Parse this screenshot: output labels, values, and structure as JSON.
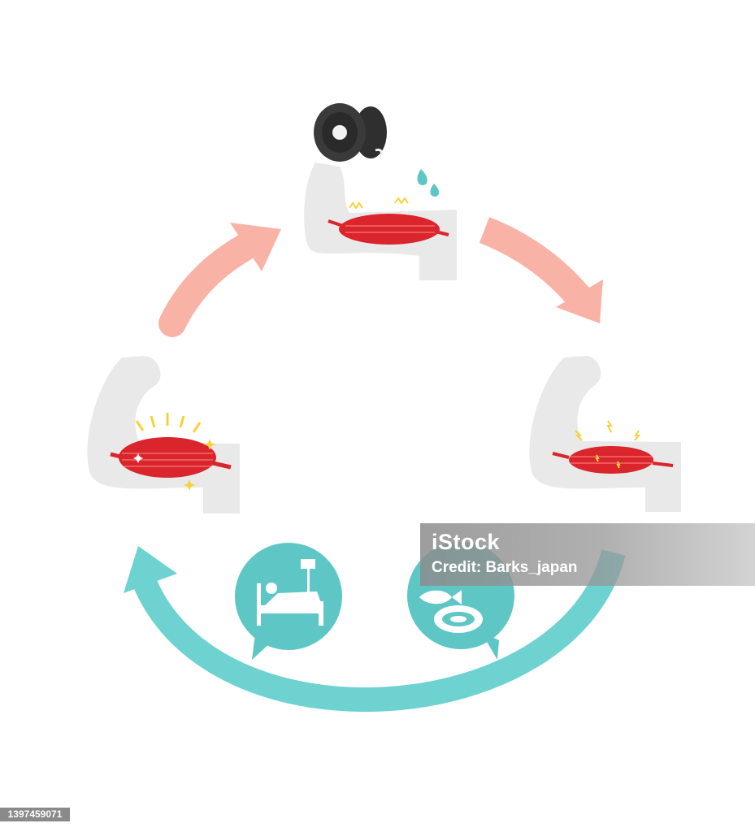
{
  "diagram": {
    "colors": {
      "arrow_top": "#f9b3a6",
      "arrow_bottom": "#6ed2d1",
      "arm": "#e9e9e9",
      "muscle": "#d9252b",
      "muscle_stripe": "#ff8c8c",
      "dumbbell": "#2f2f2f",
      "sparkle": "#f6d23a",
      "bubble": "#5ec7c6"
    },
    "stages": [
      {
        "name": "training",
        "icon": "dumbbell-icon"
      },
      {
        "name": "muscle-damage",
        "icon": "flexed-arm-icon"
      },
      {
        "name": "muscle-growth",
        "icon": "flexed-arm-icon"
      }
    ],
    "recovery_icons": [
      "sleep-bed-icon",
      "food-meat-fish-icon"
    ]
  },
  "watermark": {
    "brand": "iStock",
    "credit": "Credit: Barks_japan"
  },
  "stock_id": "1397459071"
}
